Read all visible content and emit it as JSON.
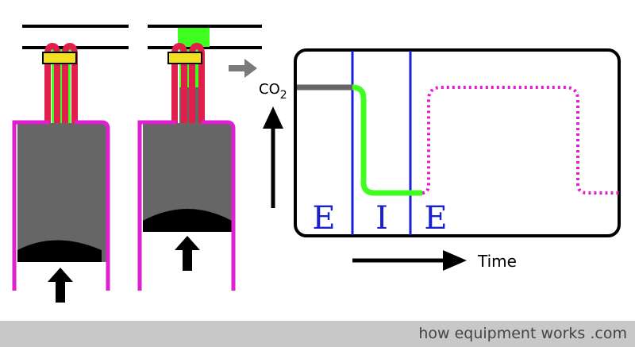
{
  "graph": {
    "y_label": "CO",
    "y_label_sub": "2",
    "x_label": "Time",
    "phases": [
      "E",
      "I",
      "E"
    ]
  },
  "footer": {
    "credit": "how equipment works .com"
  },
  "colors": {
    "cylinder_wall": "#e020d0",
    "fresh_gas": "#40ff20",
    "exhaled_gas": "#666666",
    "piston": "#000000",
    "valve_tube": "#e0204a",
    "valve_block": "#f0e020",
    "phase_line": "#1a20d0",
    "dotted_trace": "#e020d0"
  }
}
